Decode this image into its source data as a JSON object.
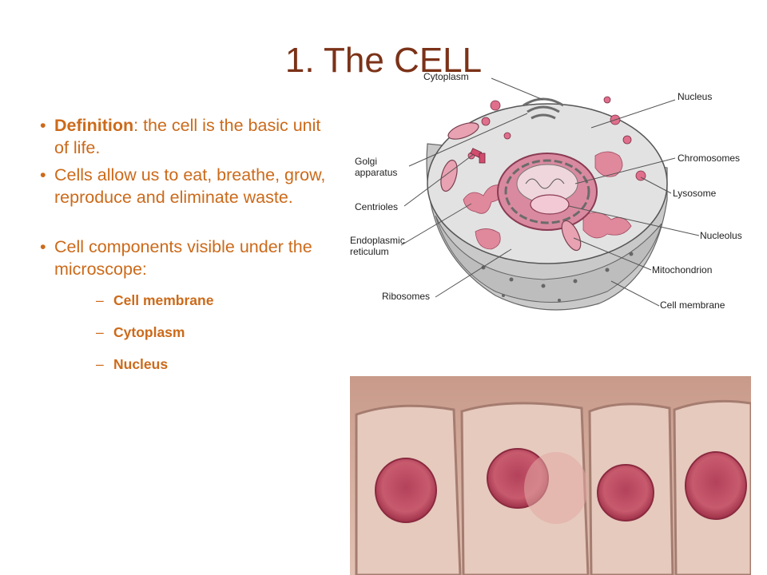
{
  "slide": {
    "title": "1. The CELL",
    "bullets": [
      {
        "label": "Definition",
        "text": ": the cell is the basic unit of life."
      },
      {
        "text": "Cells allow us to eat, breathe, grow, reproduce and eliminate waste."
      },
      {
        "text": "Cell components visible under the microscope:"
      }
    ],
    "sub_items": [
      "Cell membrane",
      "Cytoplasm",
      "Nucleus"
    ],
    "bullet_glyph": "•",
    "dash_glyph": "–"
  },
  "diagram": {
    "labels": {
      "cytoplasm": "Cytoplasm",
      "nucleus": "Nucleus",
      "golgi_1": "Golgi",
      "golgi_2": "apparatus",
      "chromosomes": "Chromosomes",
      "centrioles": "Centrioles",
      "lysosome": "Lysosome",
      "er_1": "Endoplasmic",
      "er_2": "reticulum",
      "nucleolus": "Nucleolus",
      "mitochondrion": "Mitochondrion",
      "ribosomes": "Ribosomes",
      "cell_membrane": "Cell membrane"
    }
  },
  "colors": {
    "title": "#7b3218",
    "bullet_text": "#cc6a1a",
    "organelle_pink": "#e0899c",
    "cell_gray": "#d4d4d4"
  }
}
